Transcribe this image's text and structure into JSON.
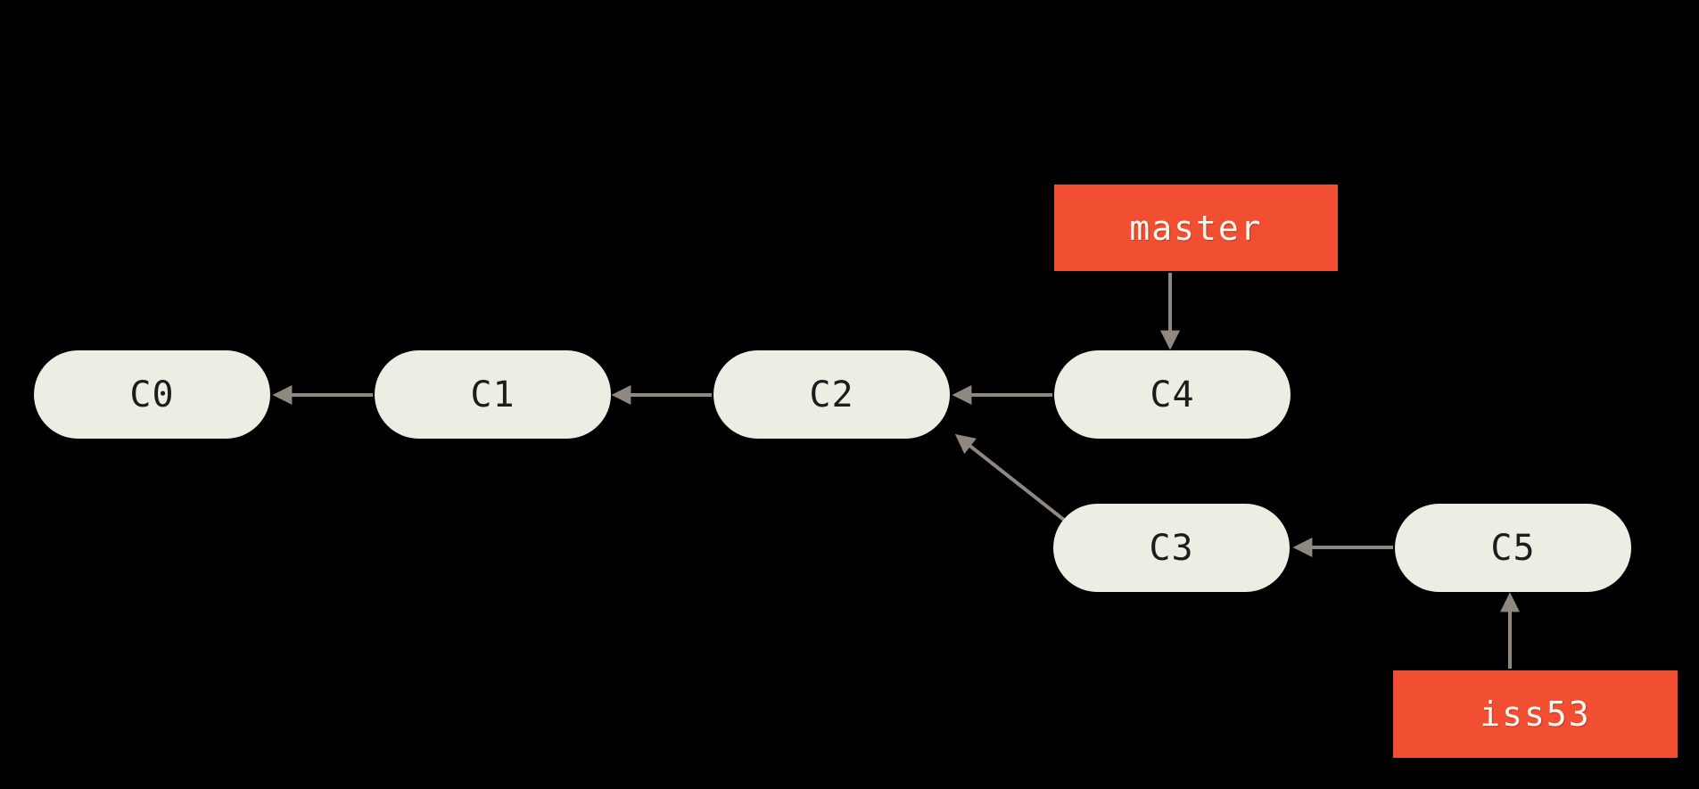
{
  "colors": {
    "background": "#000000",
    "commit_fill": "#EDEDE4",
    "commit_text": "#1C1C1C",
    "branch_fill": "#F14E32",
    "branch_text": "#FAF8F1",
    "arrow": "#8E8880"
  },
  "diagram_type": "git-commit-graph",
  "commits": [
    {
      "id": "C0",
      "label": "C0",
      "parent": null
    },
    {
      "id": "C1",
      "label": "C1",
      "parent": "C0"
    },
    {
      "id": "C2",
      "label": "C2",
      "parent": "C1"
    },
    {
      "id": "C3",
      "label": "C3",
      "parent": "C2"
    },
    {
      "id": "C4",
      "label": "C4",
      "parent": "C2"
    },
    {
      "id": "C5",
      "label": "C5",
      "parent": "C3"
    }
  ],
  "branch_labels": [
    {
      "name": "master",
      "points_to": "C4"
    },
    {
      "name": "iss53",
      "points_to": "C5"
    }
  ],
  "edges": [
    {
      "from": "C1",
      "to": "C0"
    },
    {
      "from": "C2",
      "to": "C1"
    },
    {
      "from": "C4",
      "to": "C2"
    },
    {
      "from": "C3",
      "to": "C2"
    },
    {
      "from": "C5",
      "to": "C3"
    },
    {
      "from": "master",
      "to": "C4"
    },
    {
      "from": "iss53",
      "to": "C5"
    }
  ]
}
